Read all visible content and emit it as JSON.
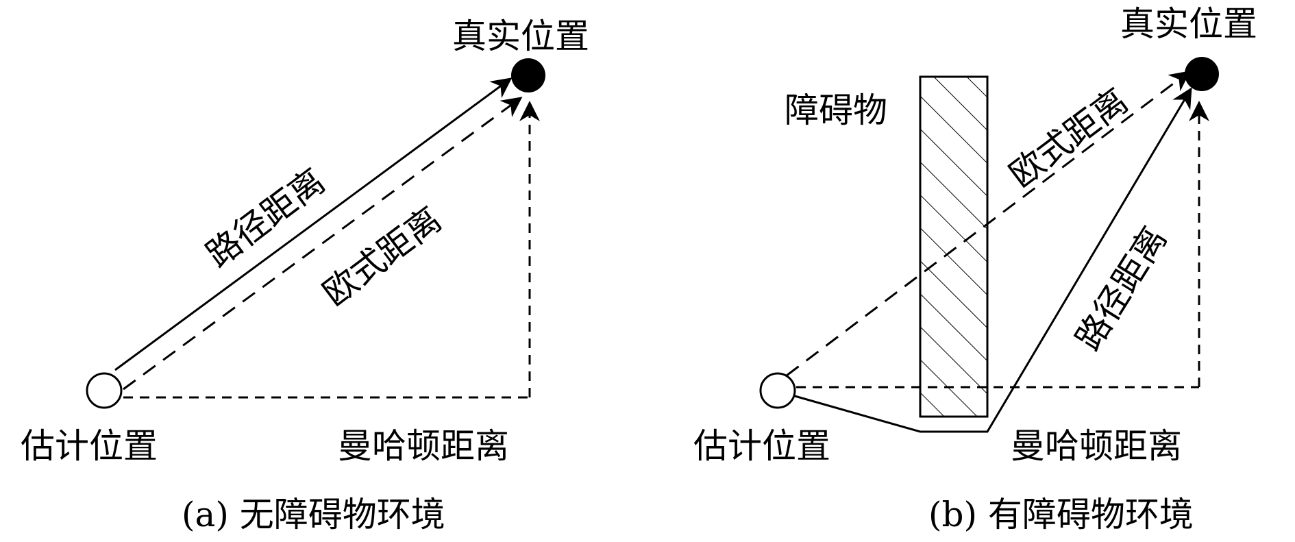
{
  "panels": [
    {
      "caption": "(a) 无障碍物环境",
      "true_position_label": "真实位置",
      "estimated_position_label": "估计位置",
      "path_distance_label": "路径距离",
      "euclidean_distance_label": "欧式距离",
      "manhattan_distance_label": "曼哈顿距离"
    },
    {
      "caption": "(b) 有障碍物环境",
      "true_position_label": "真实位置",
      "estimated_position_label": "估计位置",
      "path_distance_label": "路径距离",
      "euclidean_distance_label": "欧式距离",
      "manhattan_distance_label": "曼哈顿距离",
      "obstacle_label": "障碍物"
    }
  ]
}
